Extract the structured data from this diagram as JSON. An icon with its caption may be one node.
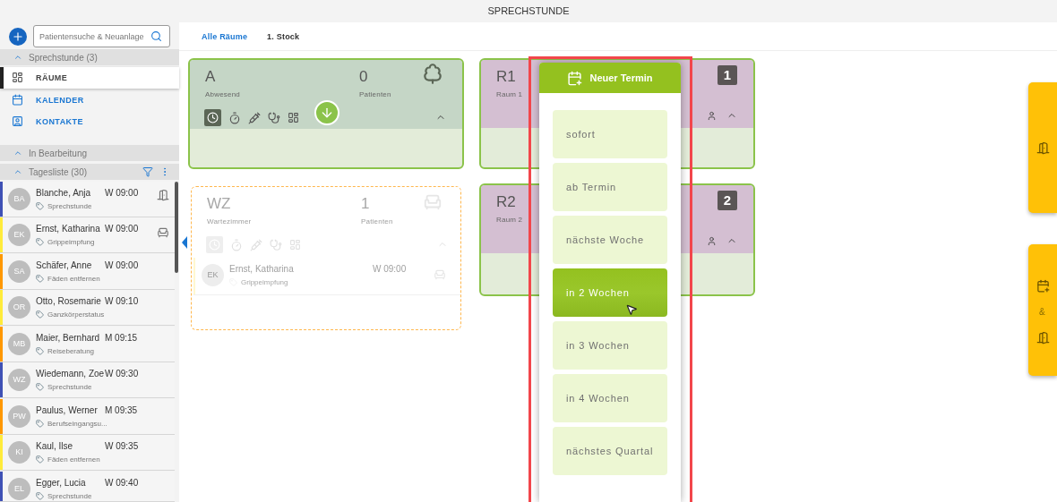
{
  "diagram": {
    "title": "SPRECHSTUNDE",
    "nodes": [
      {
        "text": [
          "BA",
          "Blanche, Anja",
          "W 09:00",
          "Sprechstunde"
        ]
      },
      {
        "text": [
          "EK",
          "Ernst, Katharina",
          "W 09:00",
          "Grippeimpfung"
        ]
      },
      {
        "text": [
          "SA",
          "Schäfer, Anne",
          "W 09:00",
          "Fäden entfernen"
        ]
      },
      {
        "text": [
          "OR",
          "Otto, Rosemarie",
          "W 09:10",
          "Ganzkörperstatus"
        ]
      },
      {
        "text": [
          "MB",
          "Maier, Bernhard",
          "M 09:15",
          "Reiseberatung"
        ]
      },
      {
        "text": [
          "WZ",
          "Wiedemann, Zoe",
          "W 09:30",
          "Sprechstunde"
        ]
      },
      {
        "text": [
          "PW",
          "Paulus, Werner",
          "M 09:35",
          "Berufseingangsu..."
        ]
      },
      {
        "text": [
          "KI",
          "Kaul, Ilse",
          "W 09:35",
          "Fäden entfernen"
        ]
      },
      {
        "text": [
          "EL",
          "Egger, Lucia",
          "W 09:40",
          "Sprechstunde"
        ]
      },
      {
        "text": [
          "A",
          "Abwesend",
          "0",
          "Patienten"
        ]
      },
      {
        "text": [
          "WZ",
          "Wartezimmer",
          "1",
          "Patienten"
        ]
      },
      {
        "text": [
          "EK",
          "Ernst, Katharina",
          "W 09:00",
          "Grippeimpfung"
        ],
        "in": 10
      },
      {
        "text": [
          "R1",
          "Raum 1",
          "1"
        ]
      },
      {
        "text": [
          "R2",
          "Raum 2",
          "2"
        ]
      },
      {
        "text": [],
        "shape": "box"
      },
      {
        "text": [
          "Neuer Termin"
        ]
      },
      {
        "text": [
          "sofort"
        ]
      },
      {
        "text": [
          "ab Termin"
        ],
        "in": 14
      },
      {
        "text": [
          "nächste Woche"
        ]
      },
      {
        "text": [
          "in 2 Wochen"
        ],
        "in": 14
      },
      {
        "text": [
          "in 3 Wochen"
        ],
        "in": 14
      },
      {
        "text": [
          "in 4 Wochen"
        ],
        "in": 14
      },
      {
        "text": [
          "nächstes Quartal"
        ],
        "in": 14
      },
      {
        "text": [],
        "shape": "box"
      },
      {
        "text": [
          "&"
        ]
      }
    ],
    "edges": [],
    "labels": [
      "Patientensuche & Neuanlage",
      "Sprechstunde (3)",
      "RÄUME",
      "KALENDER",
      "KONTAKTE",
      "In Bearbeitung",
      "Tagesliste (30)",
      "Alle Räume",
      "1. Stock"
    ]
  }
}
